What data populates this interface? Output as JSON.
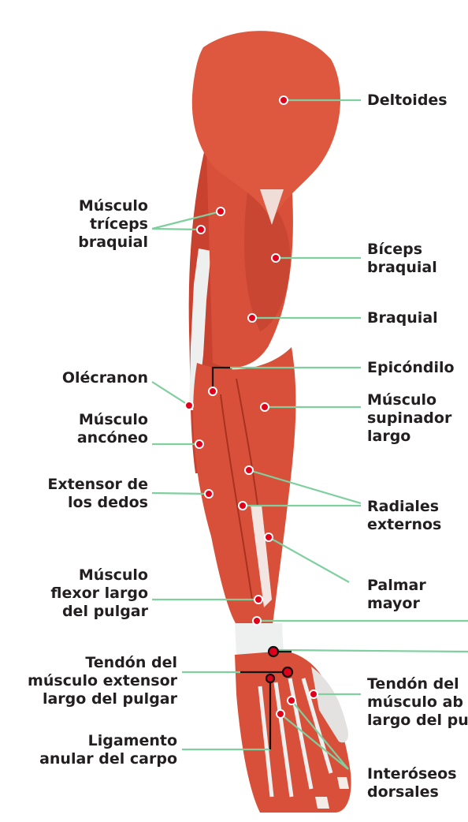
{
  "colors": {
    "muscle": "#d9503a",
    "muscle_dark": "#b8392a",
    "tendon": "#eef0f0",
    "leader": "#7fcf9f",
    "dot": "#e0001b",
    "text": "#231f20"
  },
  "labels": {
    "deltoides": [
      "Deltoides"
    ],
    "triceps": [
      "Músculo",
      "tríceps",
      "braquial"
    ],
    "biceps": [
      "Bíceps",
      "braquial"
    ],
    "braquial": [
      "Braquial"
    ],
    "epicondilo": [
      "Epicóndilo"
    ],
    "olecranon": [
      "Olécranon"
    ],
    "supinador": [
      "Músculo",
      "supinador",
      "largo"
    ],
    "anconeo": [
      "Músculo",
      "ancóneo"
    ],
    "extensor_dedos": [
      "Extensor de",
      "los dedos"
    ],
    "radiales": [
      "Radiales",
      "externos"
    ],
    "flexor_pulgar": [
      "Músculo",
      "flexor largo",
      "del pulgar"
    ],
    "palmar": [
      "Palmar",
      "mayor"
    ],
    "tendon_extensor": [
      "Tendón del",
      "músculo extensor",
      "largo del pulgar"
    ],
    "tendon_abductor": [
      "Tendón del",
      "músculo ab",
      "largo del pu"
    ],
    "ligamento": [
      "Ligamento",
      "anular del carpo"
    ],
    "interoseos": [
      "Interóseos",
      "dorsales"
    ]
  }
}
